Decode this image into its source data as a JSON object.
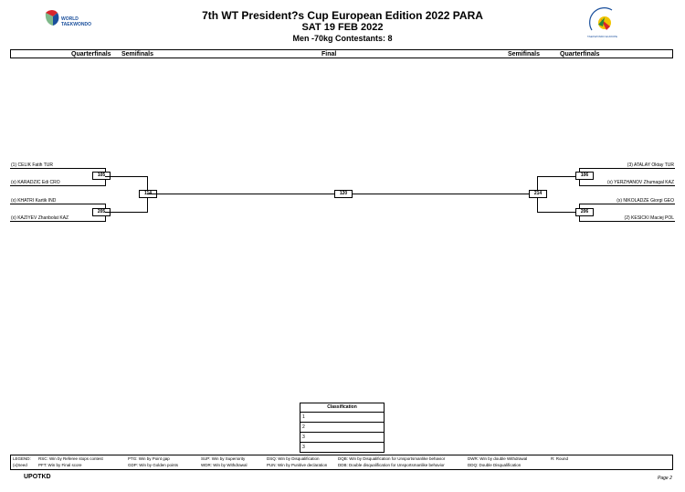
{
  "header": {
    "title": "7th WT President?s Cup European Edition 2022 PARA",
    "date": "SAT 19 FEB 2022",
    "category": "Men -70kg  Contestants: 8",
    "left_logo_line1": "WORLD",
    "left_logo_line2": "TAEKWONDO",
    "right_logo_text": "TAEKWONDO EUROPE"
  },
  "rounds": {
    "left_qf": "Quarterfinals",
    "left_sf": "Semifinals",
    "final": "Final",
    "right_sf": "Semifinals",
    "right_qf": "Quarterfinals"
  },
  "left_players": [
    "(1) CELIK Fatih TUR",
    "(x) KARADZIC Edi CRO",
    "(x) KHATRI Kartik IND",
    "(x) KAZIYEV Zhanbolat KAZ"
  ],
  "right_players": [
    "(3) ATALAY Oktay TUR",
    "(x) YERZHANOV Zhumagal KAZ",
    "(x) NIKOLADZE Giorgi GEO",
    "(2) KESICKI Maciej POL"
  ],
  "matches": {
    "m105": "105",
    "m205": "205",
    "m114": "114",
    "m120": "120",
    "m214": "214",
    "m106": "106",
    "m206": "206"
  },
  "classification": {
    "title": "Classification",
    "rows": [
      "1",
      "2",
      "3",
      "3"
    ]
  },
  "legend": {
    "label_legend": "LEGEND:",
    "label_seed": "(x)Seed",
    "rsc": "RSC: Win by Referee stops contest",
    "pft": "PFT: Win by Final score",
    "ptg": "PTG: Win by Point gap",
    "gdp": "GDP: Win by Golden points",
    "sup": "SUP: Win by Superiority",
    "wdr": "WDR: Win by Withdrawal",
    "dsq": "DSQ: Win by Disqualification",
    "pun": "PUN: Win by Punitive declaration",
    "dqb": "DQB: Win by Disqualification for Unsportsmanlike behavior",
    "ddb": "DDB: Double disqualification for Unsportsmanlike behavior",
    "dwr": "DWR: Win by double Withdrawal",
    "ddq": "DDQ: Double Disqualification",
    "r": "R: Round"
  },
  "footer": {
    "logo": "UPOTKD",
    "page": "Page 2"
  },
  "colors": {
    "brand_blue": "#1a4f9c",
    "brand_red": "#d7262d",
    "brand_green": "#2a8a3c"
  }
}
